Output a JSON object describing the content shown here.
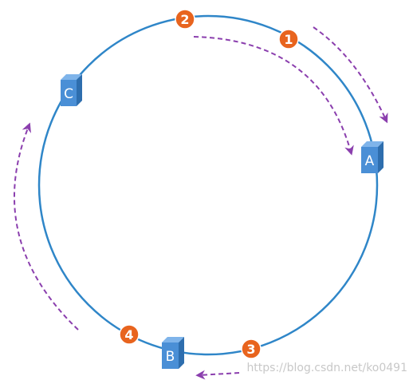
{
  "nodes": [
    {
      "id": "A",
      "label": "A"
    },
    {
      "id": "B",
      "label": "B"
    },
    {
      "id": "C",
      "label": "C"
    }
  ],
  "keys": [
    {
      "id": "1",
      "label": "1"
    },
    {
      "id": "2",
      "label": "2"
    },
    {
      "id": "3",
      "label": "3"
    },
    {
      "id": "4",
      "label": "4"
    }
  ],
  "watermark": "https://blog.csdn.net/ko0491",
  "colors": {
    "ring": "#2f86c8",
    "node_front": "#4a8fd6",
    "node_top": "#7fb4ea",
    "node_side": "#2e6eae",
    "key_badge": "#e8641e",
    "arrow": "#8b3fae"
  }
}
